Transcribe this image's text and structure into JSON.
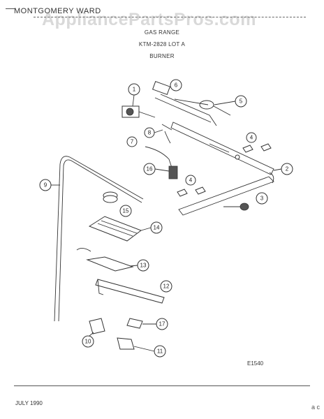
{
  "header": {
    "brand": "MONTGOMERY WARD",
    "watermark": "AppliancePartsPros.com",
    "lines": [
      "GAS RANGE",
      "KTM-2828 LOT A",
      "BURNER"
    ]
  },
  "diagram": {
    "callouts": [
      "1",
      "6",
      "5",
      "8",
      "7",
      "4",
      "2",
      "16",
      "4",
      "3",
      "9",
      "15",
      "14",
      "13",
      "12",
      "10",
      "17",
      "11"
    ],
    "figure_code": "E1540"
  },
  "footer": {
    "date": "JULY 1990",
    "corner_mark": "a c"
  }
}
